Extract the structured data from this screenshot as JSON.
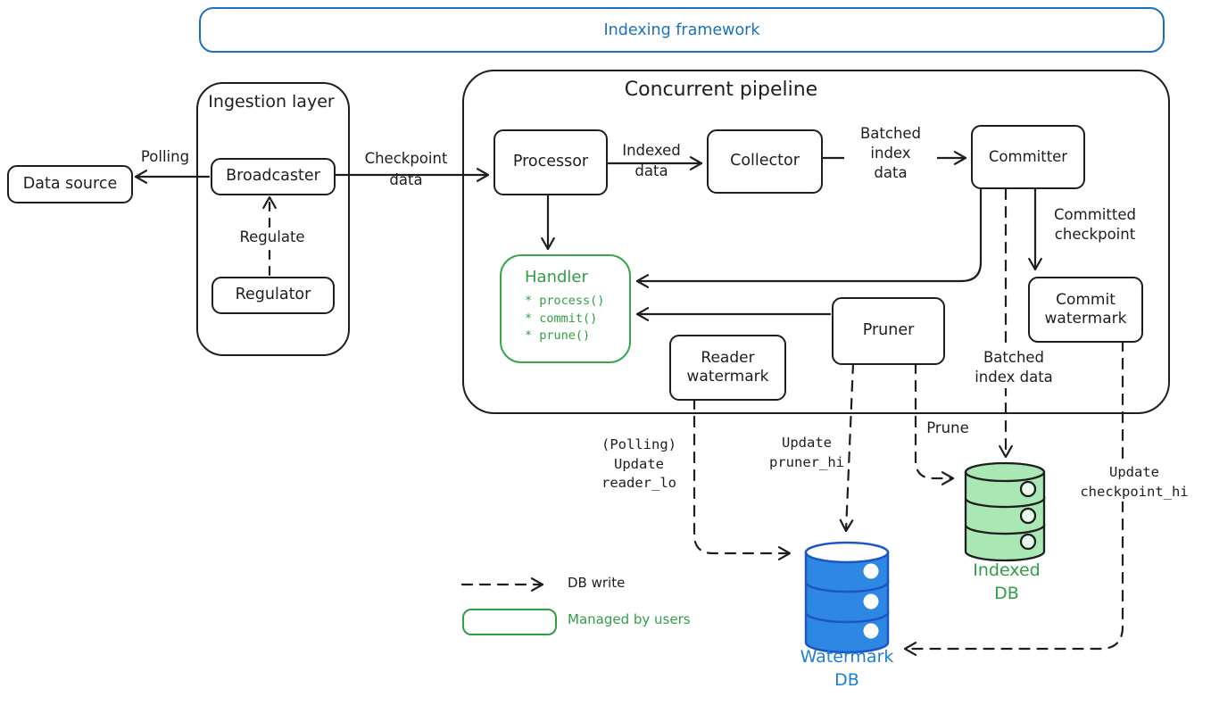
{
  "banner": {
    "title": "Indexing framework"
  },
  "containers": {
    "ingestion_layer": {
      "title": "Ingestion layer"
    },
    "concurrent_pipeline": {
      "title": "Concurrent pipeline"
    }
  },
  "nodes": {
    "data_source": {
      "label": "Data source"
    },
    "broadcaster": {
      "label": "Broadcaster"
    },
    "regulator": {
      "label": "Regulator"
    },
    "processor": {
      "label": "Processor"
    },
    "collector": {
      "label": "Collector"
    },
    "committer": {
      "label": "Committer"
    },
    "handler": {
      "title": "Handler",
      "methods": [
        "* process()",
        "* commit()",
        "* prune()"
      ]
    },
    "reader_watermark": {
      "label": "Reader\nwatermark"
    },
    "pruner": {
      "label": "Pruner"
    },
    "commit_watermark": {
      "label": "Commit\nwatermark"
    }
  },
  "databases": {
    "watermark_db": {
      "label": "Watermark\nDB"
    },
    "indexed_db": {
      "label": "Indexed\nDB"
    }
  },
  "edge_labels": {
    "polling": "Polling",
    "regulate": "Regulate",
    "checkpoint_data": "Checkpoint\ndata",
    "indexed_data": "Indexed\ndata",
    "batched_index_data": "Batched\nindex\ndata",
    "committed_checkpoint": "Committed\ncheckpoint",
    "batched_index_data_db": "Batched\nindex data",
    "prune": "Prune",
    "polling_update_reader_lo": "(Polling)\nUpdate\nreader_lo",
    "update_pruner_hi": "Update\npruner_hi",
    "update_checkpoint_hi": "Update\ncheckpoint_hi"
  },
  "legend": {
    "db_write": "DB write",
    "managed_by_users": "Managed by users"
  },
  "colors": {
    "stroke_black": "#1e1e1e",
    "framework_blue": "#1971c2",
    "user_green": "#2f9e44",
    "handler_border_green": "#35a84c",
    "watermark_db_fill": "#2e87e2",
    "watermark_db_stroke": "#1c55c7",
    "watermark_db_label": "#1c7ed6",
    "indexed_db_fill": "#a9e8b4",
    "indexed_db_label": "#2f9e44"
  }
}
